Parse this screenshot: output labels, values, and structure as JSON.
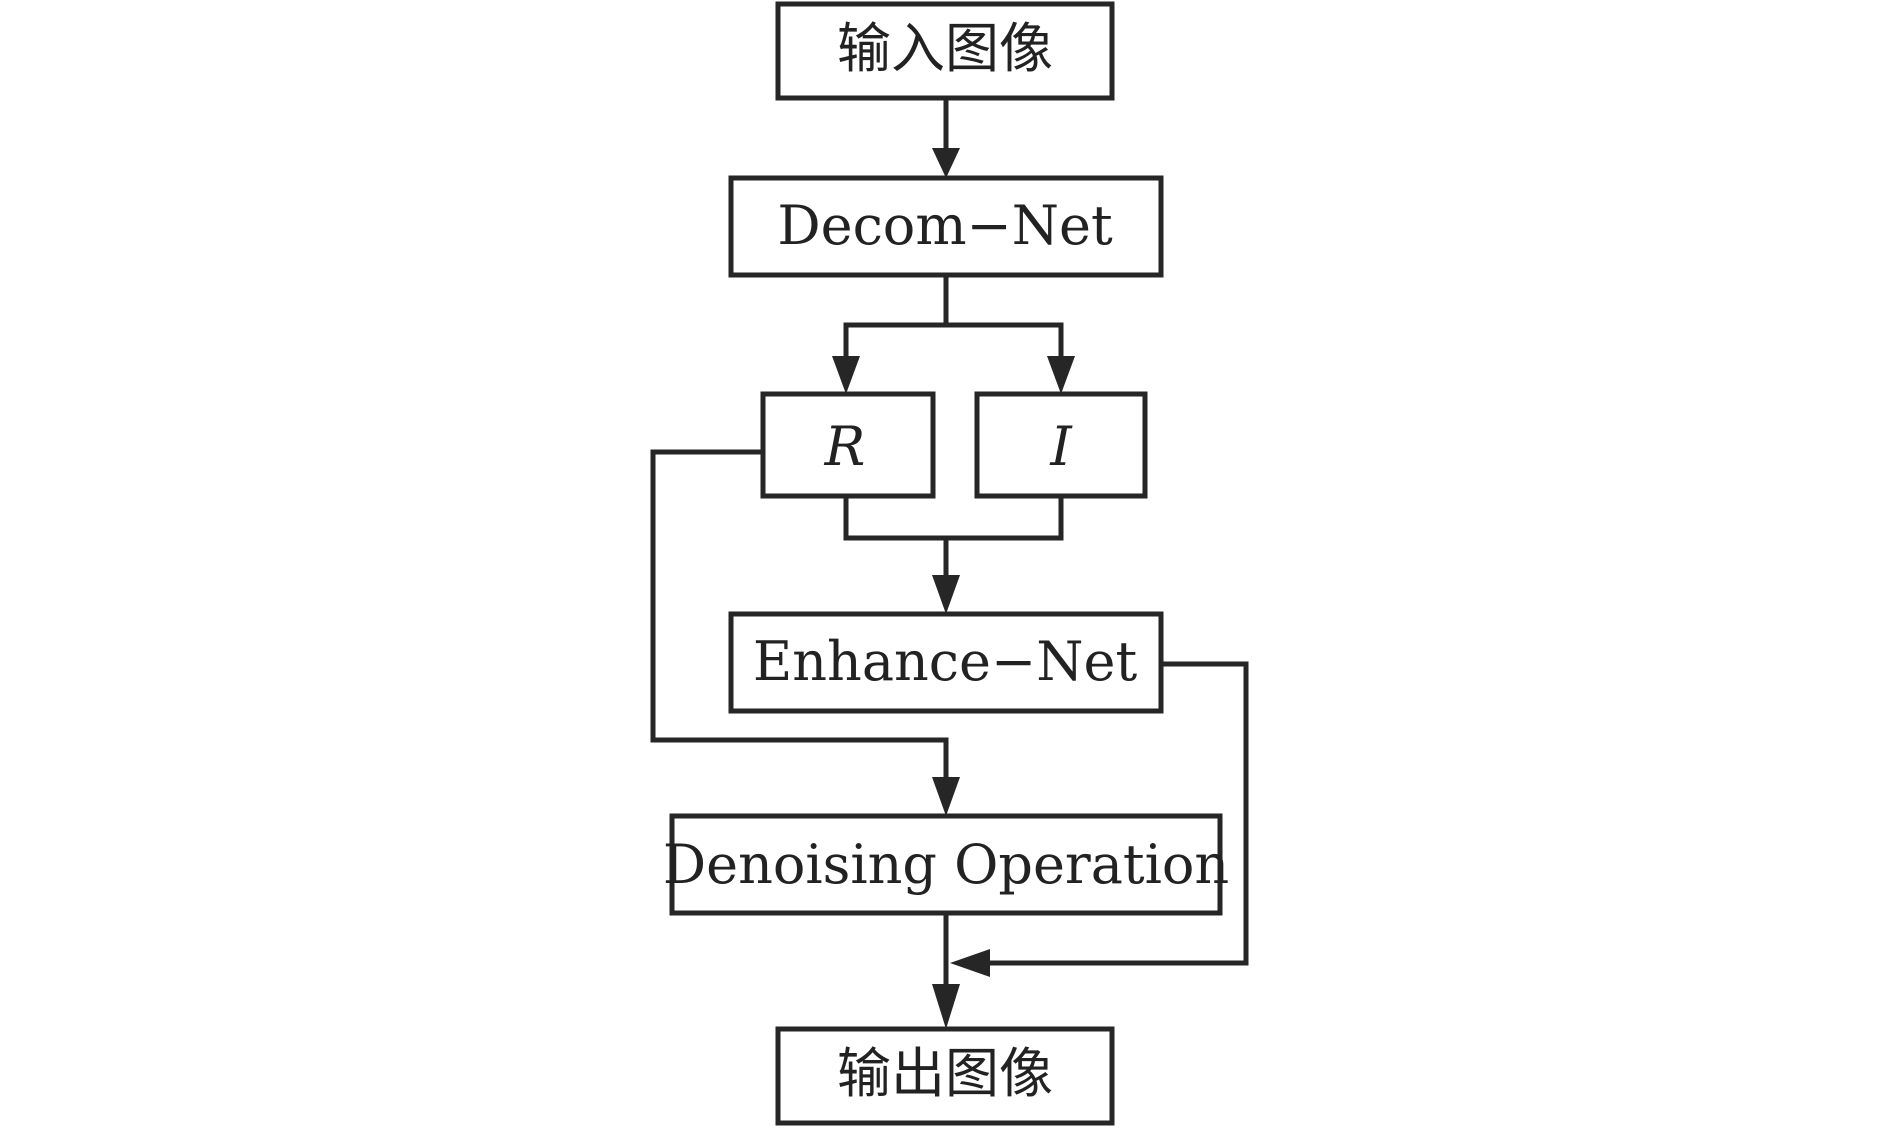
{
  "diagram": {
    "nodes": {
      "input_image": {
        "label": "输入图像"
      },
      "decom_net": {
        "label": "Decom−Net"
      },
      "r_component": {
        "label": "R"
      },
      "i_component": {
        "label": "I"
      },
      "enhance_net": {
        "label": "Enhance−Net"
      },
      "denoising_operation": {
        "label": "Denoising Operation"
      },
      "output_image": {
        "label": "输出图像"
      }
    },
    "colors": {
      "stroke": "#262626",
      "text": "#222222",
      "background": "#ffffff"
    }
  }
}
